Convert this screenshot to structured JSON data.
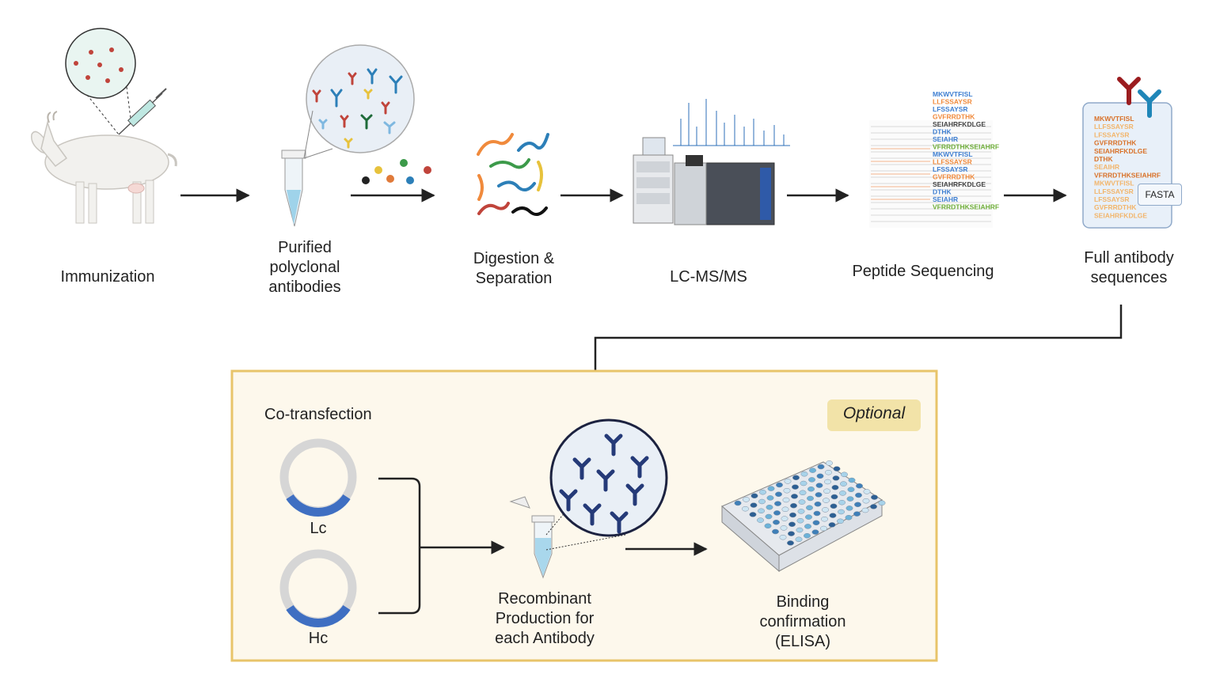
{
  "steps": {
    "immunization": "Immunization",
    "purified": [
      "Purified",
      "polyclonal",
      "antibodies"
    ],
    "digestion": [
      "Digestion &",
      "Separation"
    ],
    "lcms": "LC-MS/MS",
    "peptide": "Peptide Sequencing",
    "full": [
      "Full antibody",
      "sequences"
    ]
  },
  "bottom": {
    "cotransfection": "Co-transfection",
    "optional": "Optional",
    "lc": "Lc",
    "hc": "Hc",
    "recombinant": [
      "Recombinant",
      "Production for",
      "each Antibody"
    ],
    "binding": [
      "Binding",
      "confirmation",
      "(ELISA)"
    ]
  },
  "peptide_sequences": [
    {
      "text": "MKWVTFISL",
      "color": "#3f7fd1"
    },
    {
      "text": "LLFSSAYSR",
      "color": "#f08a3c"
    },
    {
      "text": "LFSSAYSR",
      "color": "#3f7fd1"
    },
    {
      "text": "GVFRRDTHK",
      "color": "#f08a3c"
    },
    {
      "text": "SEIAHRFKDLGE",
      "color": "#444444"
    },
    {
      "text": "DTHK",
      "color": "#3f7fd1"
    },
    {
      "text": "SEIAHR",
      "color": "#3f7fd1"
    },
    {
      "text": "VFRRDTHKSEIAHRF",
      "color": "#6fae3a"
    },
    {
      "text": "MKWVTFISL",
      "color": "#3f7fd1"
    },
    {
      "text": "LLFSSAYSR",
      "color": "#f08a3c"
    },
    {
      "text": "LFSSAYSR",
      "color": "#3f7fd1"
    },
    {
      "text": "GVFRRDTHK",
      "color": "#f08a3c"
    },
    {
      "text": "SEIAHRFKDLGE",
      "color": "#444444"
    },
    {
      "text": "DTHK",
      "color": "#3f7fd1"
    },
    {
      "text": "SEIAHR",
      "color": "#3f7fd1"
    },
    {
      "text": "VFRRDTHKSEIAHRF",
      "color": "#6fae3a"
    }
  ],
  "fasta_sequences": [
    {
      "text": "MKWVTFISL",
      "color": "#d9722a"
    },
    {
      "text": "LLFSSAYSR",
      "color": "#f2b56b"
    },
    {
      "text": "LFSSAYSR",
      "color": "#f2b56b"
    },
    {
      "text": "GVFRRDTHK",
      "color": "#d9722a"
    },
    {
      "text": "SEIAHRFKDLGE",
      "color": "#d9722a"
    },
    {
      "text": "DTHK",
      "color": "#d9722a"
    },
    {
      "text": "SEAIHR",
      "color": "#f2b56b"
    },
    {
      "text": "VFRRDTHKSEIAHRF",
      "color": "#d9722a"
    },
    {
      "text": "MKWVTFISL",
      "color": "#f2b56b"
    },
    {
      "text": "LLFSSAYSR",
      "color": "#f2b56b"
    },
    {
      "text": "LFSSAYSR",
      "color": "#f2b56b"
    },
    {
      "text": "GVFRRDTHK",
      "color": "#f2b56b"
    },
    {
      "text": "SEIAHRFKDLGE",
      "color": "#f2b56b"
    }
  ],
  "fasta_label": "FASTA",
  "colors": {
    "arrow": "#222222",
    "optional_frame": "#e8c46a",
    "optional_fill": "#fdf8ec",
    "plasmid_ring": "#d6d6d6",
    "plasmid_insert": "#3f6fc2",
    "antibody_navy": "#253a78"
  }
}
